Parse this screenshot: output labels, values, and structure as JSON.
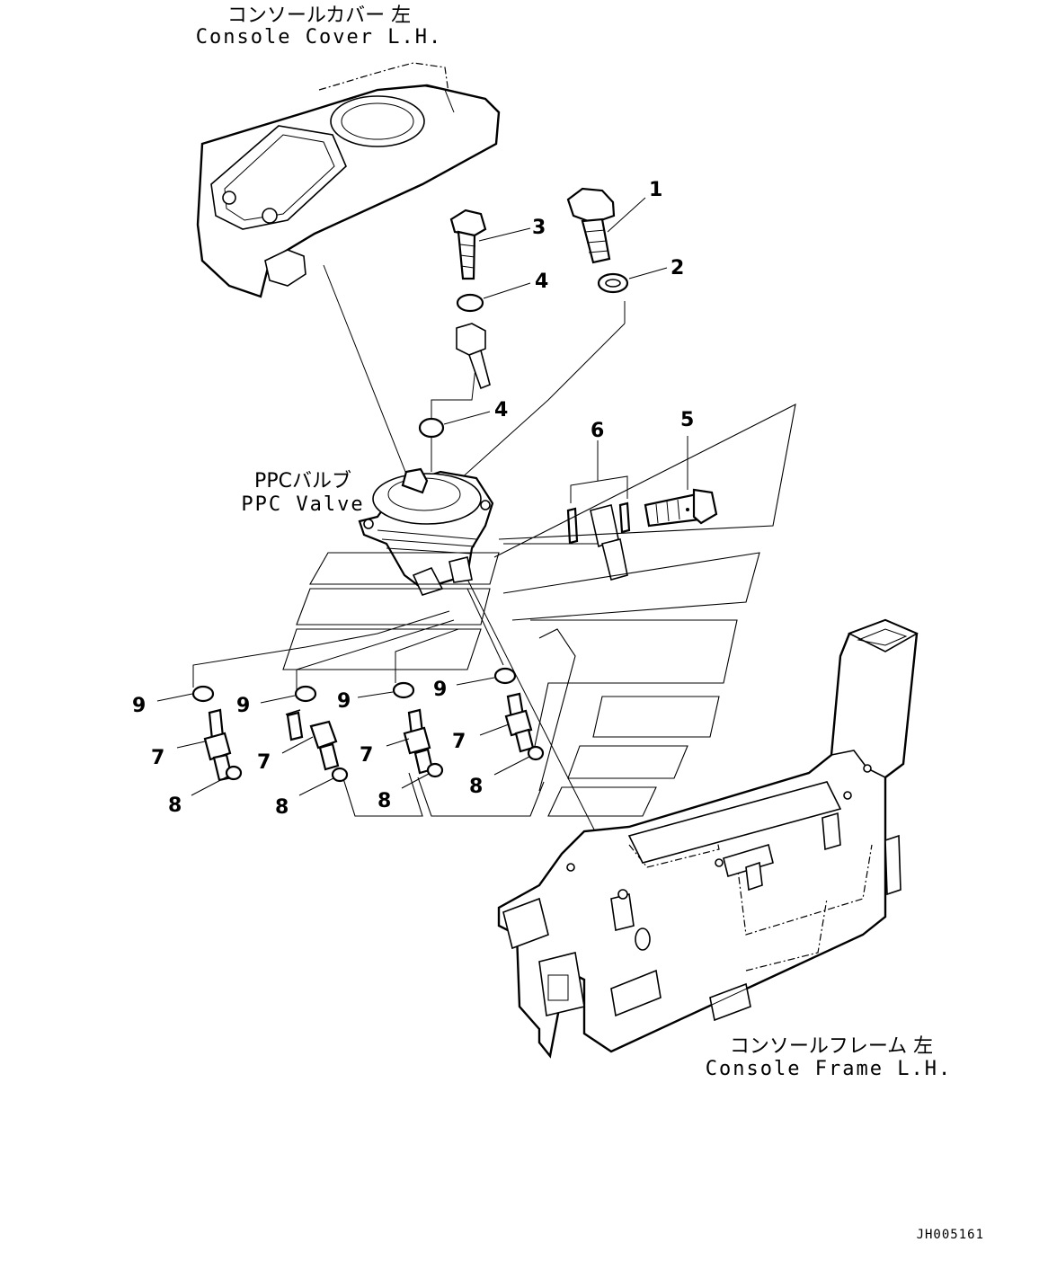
{
  "labels": {
    "console_cover_jp": "コンソールカバー 左",
    "console_cover_en": "Console Cover L.H.",
    "ppc_valve_jp": "PPCバルブ",
    "ppc_valve_en": "PPC Valve",
    "console_frame_jp": "コンソールフレーム 左",
    "console_frame_en": "Console Frame L.H.",
    "drawing_code": "JH005161"
  },
  "callouts": {
    "c1": "1",
    "c2": "2",
    "c3": "3",
    "c4a": "4",
    "c4b": "4",
    "c5": "5",
    "c6": "6",
    "c9a": "9",
    "c9b": "9",
    "c9c": "9",
    "c9d": "9",
    "c7a": "7",
    "c7b": "7",
    "c7c": "7",
    "c7d": "7",
    "c8a": "8",
    "c8b": "8",
    "c8c": "8",
    "c8d": "8"
  }
}
